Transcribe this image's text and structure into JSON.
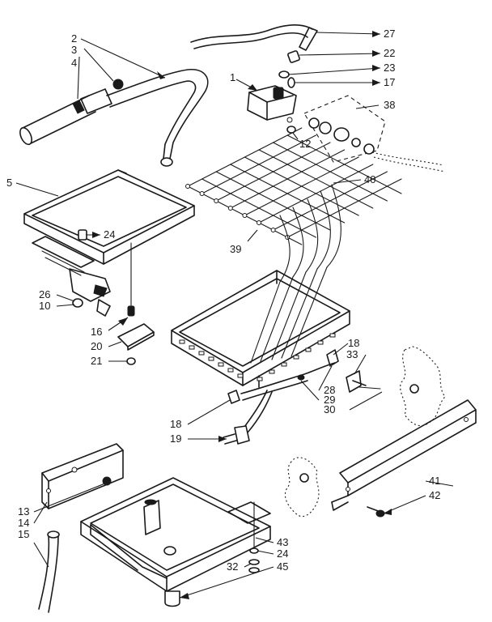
{
  "callouts": {
    "c1": "1",
    "c2": "2",
    "c3": "3",
    "c4": "4",
    "c5": "5",
    "c10": "10",
    "c12": "12",
    "c13": "13",
    "c14": "14",
    "c15": "15",
    "c16": "16",
    "c17": "17",
    "c18a": "18",
    "c18b": "18",
    "c19": "19",
    "c20": "20",
    "c21": "21",
    "c22": "22",
    "c23": "23",
    "c24a": "24",
    "c24b": "24",
    "c26": "26",
    "c27": "27",
    "c28": "28",
    "c29": "29",
    "c30": "30",
    "c32": "32",
    "c33": "33",
    "c38": "38",
    "c39": "39",
    "c40": "40",
    "c41": "41",
    "c42": "42",
    "c43": "43",
    "c45": "45"
  }
}
